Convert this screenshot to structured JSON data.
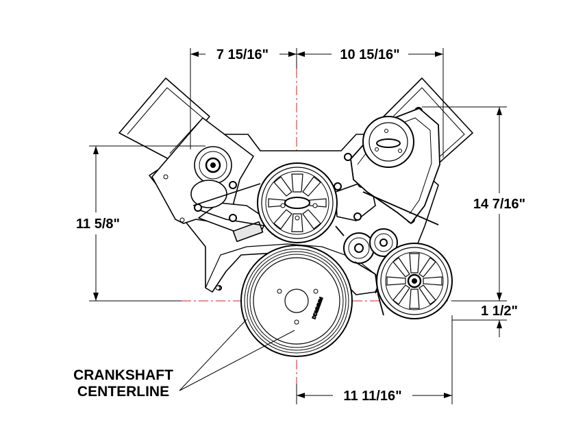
{
  "dimensions": {
    "left_half_width": "7 15/16\"",
    "right_half_width": "10 15/16\"",
    "left_height": "11 5/8\"",
    "right_height": "14 7/16\"",
    "small_offset": "1 1/2\"",
    "bottom_width": "11 11/16\""
  },
  "callout": {
    "line1": "CRANKSHAFT",
    "line2": "CENTERLINE"
  },
  "pulley_marking": "DDMMMM",
  "colors": {
    "outline": "#000000",
    "centerline": "#d02020",
    "background": "#ffffff",
    "shade": "#e6e6e6"
  }
}
